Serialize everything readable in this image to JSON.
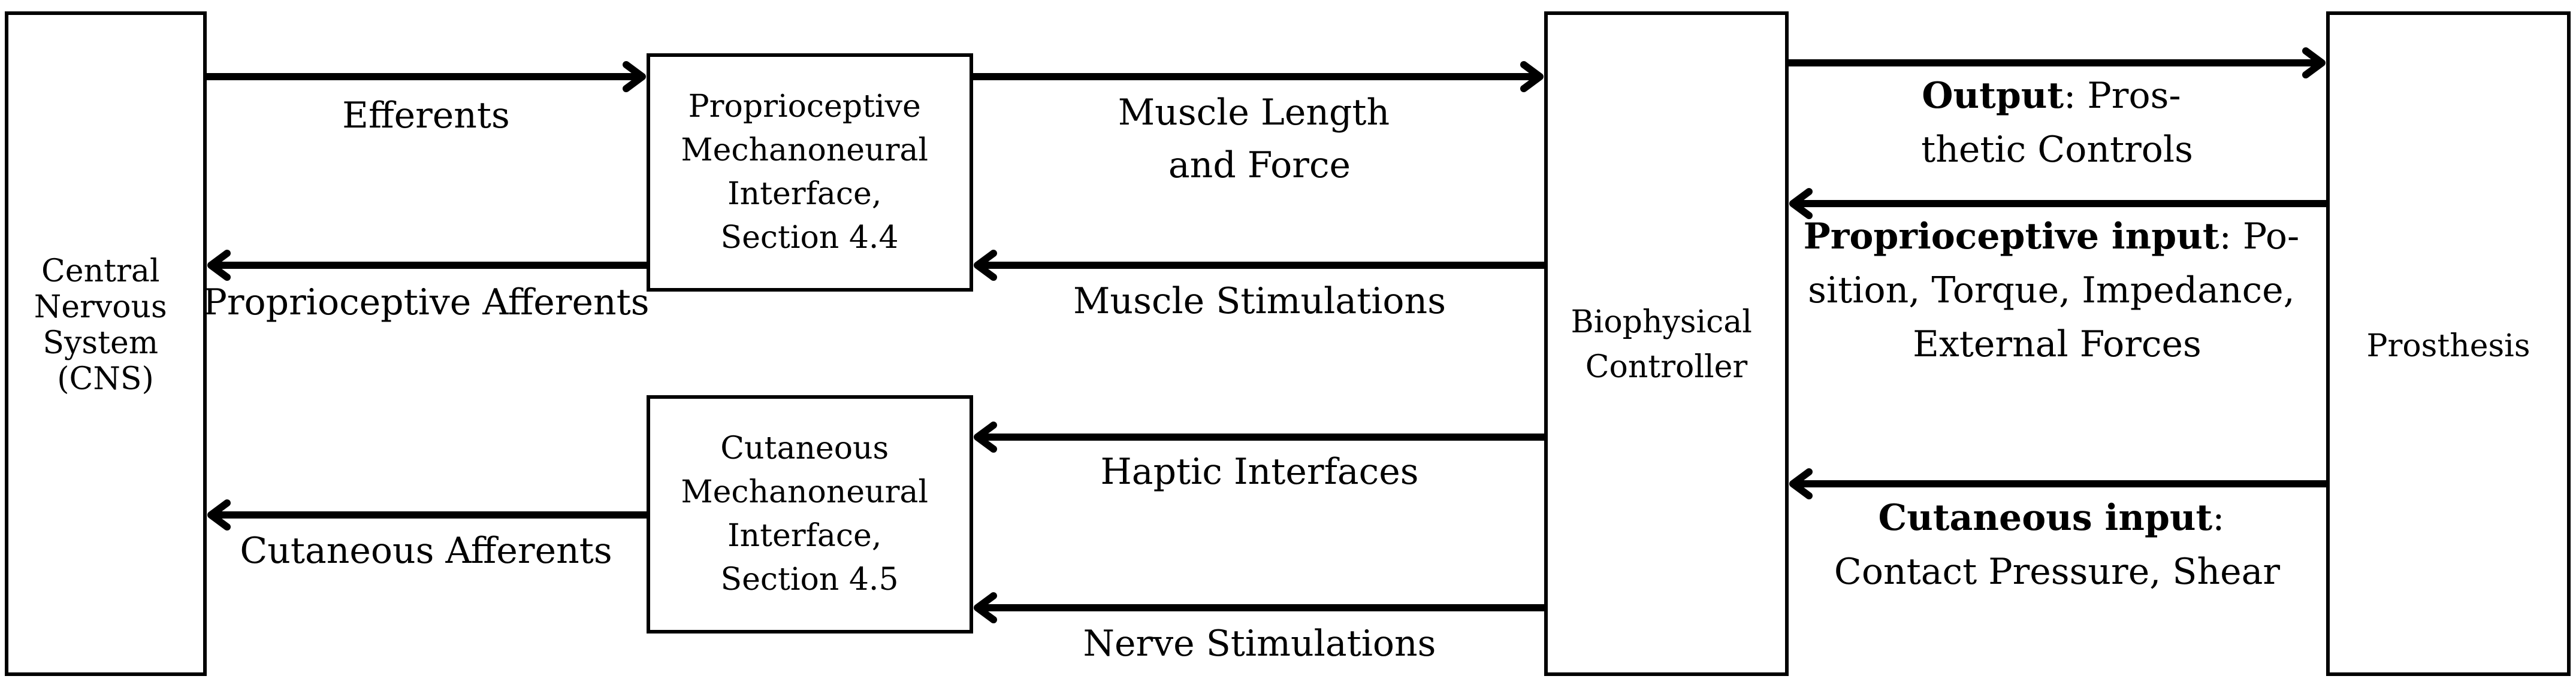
{
  "nodes": {
    "cns": [
      "Central",
      "Nervous",
      "System",
      "(CNS)"
    ],
    "proprio_interface": [
      "Proprioceptive",
      "Mechanoneural",
      "Interface,",
      "Section 4.4"
    ],
    "cutaneous_interface": [
      "Cutaneous",
      "Mechanoneural",
      "Interface,",
      "Section 4.5"
    ],
    "controller": [
      "Biophysical",
      "Controller"
    ],
    "prosthesis": [
      "Prosthesis"
    ]
  },
  "edges": {
    "efferents": "Efferents",
    "proprioceptive_afferents": "Proprioceptive Afferents",
    "muscle_length_force": [
      "Muscle Length",
      "and Force"
    ],
    "muscle_stimulations": "Muscle Stimulations",
    "haptic_interfaces": "Haptic Interfaces",
    "nerve_stimulations": "Nerve Stimulations",
    "cutaneous_afferents": "Cutaneous Afferents",
    "output": {
      "bold": "Output",
      "line1_rest": ":  Pros-",
      "line2": "thetic Controls"
    },
    "proprioceptive_input": {
      "bold": "Proprioceptive input",
      "line1_rest": ":  Po-",
      "line2": "sition, Torque, Impedance,",
      "line3": "External Forces"
    },
    "cutaneous_input": {
      "bold": "Cutaneous input",
      "line1_rest": ":",
      "line2": "Contact Pressure, Shear"
    }
  }
}
